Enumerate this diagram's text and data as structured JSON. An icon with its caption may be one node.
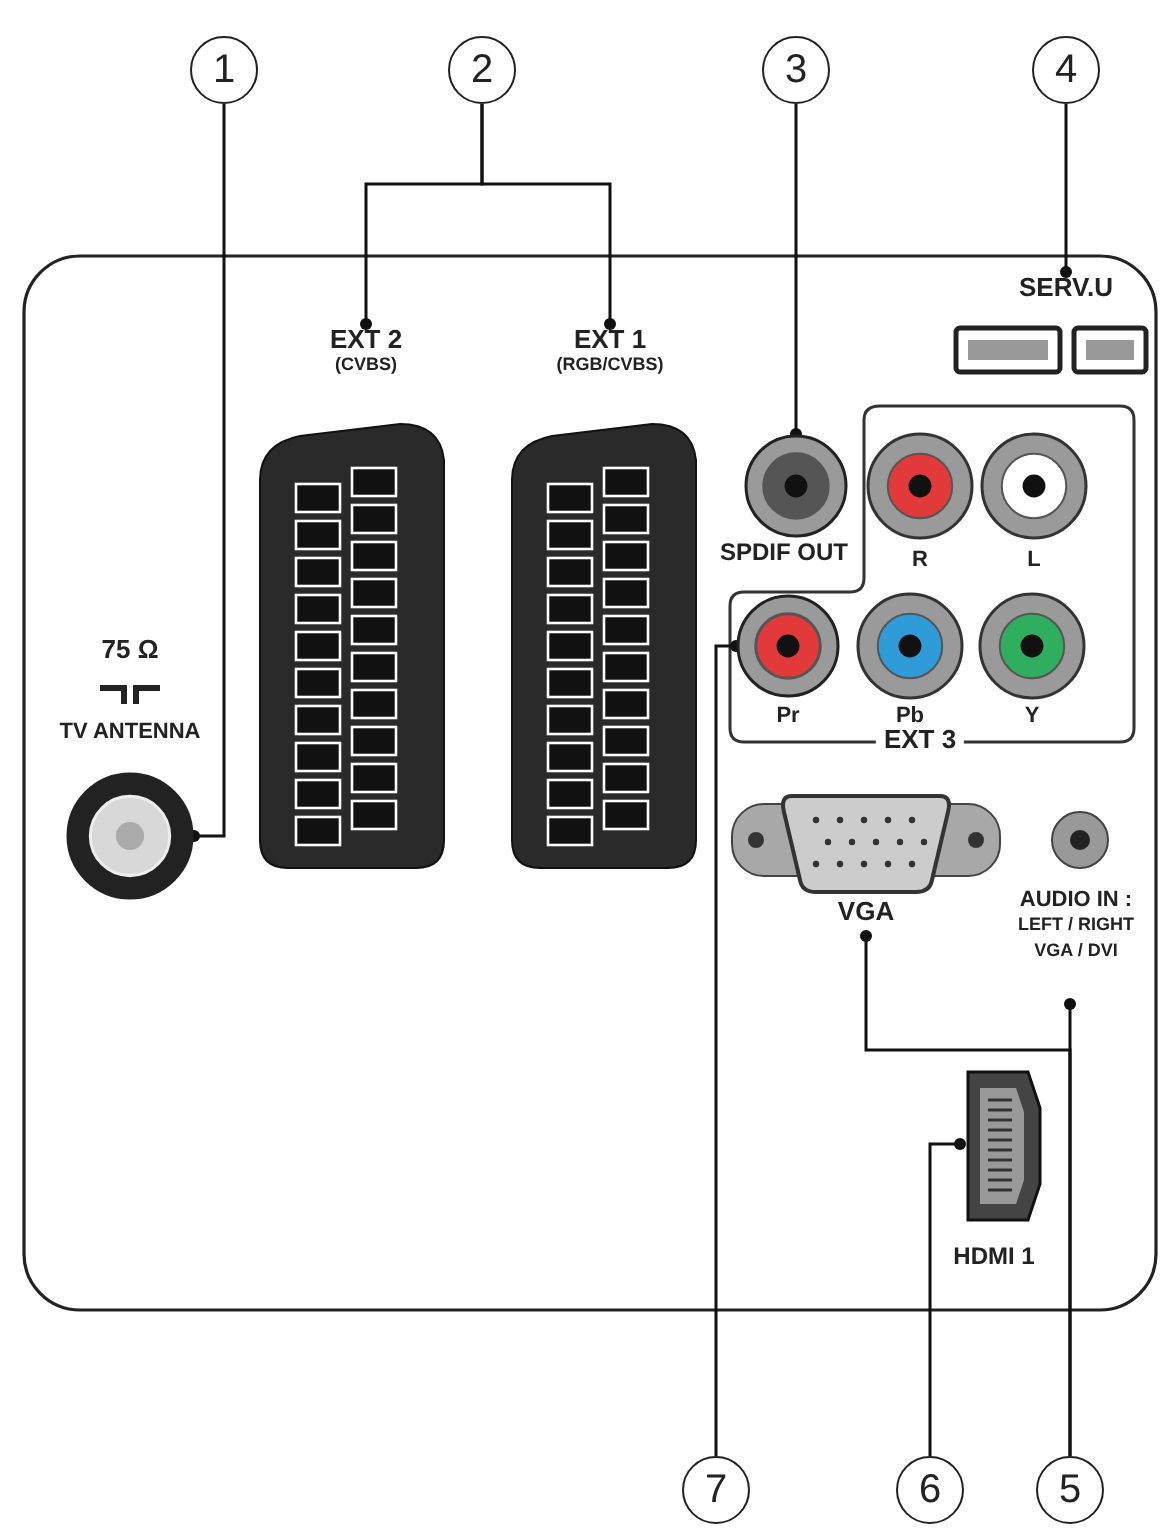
{
  "diagram": {
    "nodes": [
      {
        "text": [
          "1"
        ]
      },
      {
        "text": [
          "2"
        ]
      },
      {
        "text": [
          "3"
        ]
      },
      {
        "text": [
          "4"
        ]
      },
      {
        "text": [
          "7"
        ]
      },
      {
        "text": [
          "6"
        ]
      },
      {
        "text": [
          "5"
        ]
      },
      {
        "text": [],
        "shape": "circle"
      },
      {
        "text": [
          "EXT 2",
          "(CVBS)"
        ]
      },
      {
        "text": [
          "EXT 1",
          "(RGB/CVBS)"
        ]
      },
      {
        "text": [],
        "shape": "circle"
      },
      {
        "text": [
          "SERV.U"
        ]
      },
      {
        "text": [],
        "shape": "circle"
      },
      {
        "text": [],
        "shape": "box"
      },
      {
        "text": [
          "VGA"
        ]
      },
      {
        "text": [
          "AUDIO IN :",
          "LEFT / RIGHT VGA / DVI"
        ]
      }
    ],
    "edges": [
      {
        "from": 0,
        "to": 7,
        "arrow": "other"
      },
      {
        "from": 1,
        "to": 8,
        "arrow": "other"
      },
      {
        "from": 1,
        "to": 9,
        "arrow": "other"
      },
      {
        "from": 2,
        "to": 10,
        "arrow": "other"
      },
      {
        "from": 3,
        "to": 11,
        "arrow": "other"
      },
      {
        "from": 4,
        "to": 12,
        "arrow": "other"
      },
      {
        "from": 5,
        "to": 13,
        "arrow": "other"
      },
      {
        "from": 6,
        "to": 14,
        "arrow": "other"
      },
      {
        "from": 6,
        "to": 15,
        "arrow": "other"
      }
    ],
    "labels": [
      "75 Ω",
      "TV ANTENNA",
      "SPDIF OUT",
      "R",
      "L",
      "Pr",
      "Pb",
      "Y",
      "EXT 3",
      "HDMI 1"
    ]
  }
}
